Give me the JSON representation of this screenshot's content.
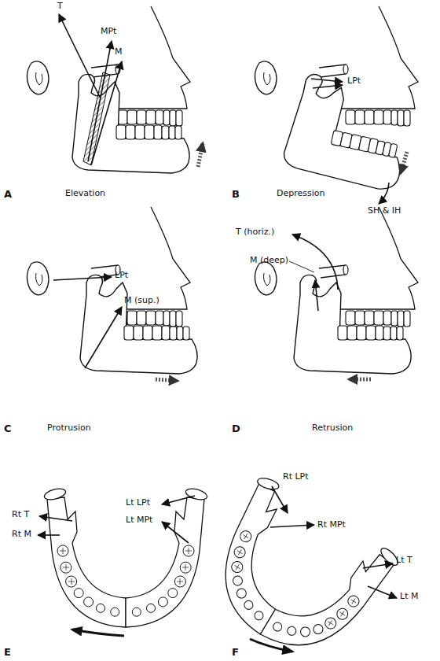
{
  "diagram": {
    "labels": [
      "T",
      "MPt",
      "M",
      "A",
      "Elevation",
      "LPt",
      "B",
      "Depression",
      "SH & IH",
      "T (horiz.)",
      "M (deep)",
      "LPt",
      "M (sup.)",
      "C",
      "Protrusion",
      "D",
      "Retrusion",
      "Rt LPt",
      "Rt MPt",
      "Lt LPt",
      "Lt MPt",
      "Rt T",
      "Rt M",
      "Lt T",
      "Lt M",
      "E",
      "F"
    ]
  }
}
